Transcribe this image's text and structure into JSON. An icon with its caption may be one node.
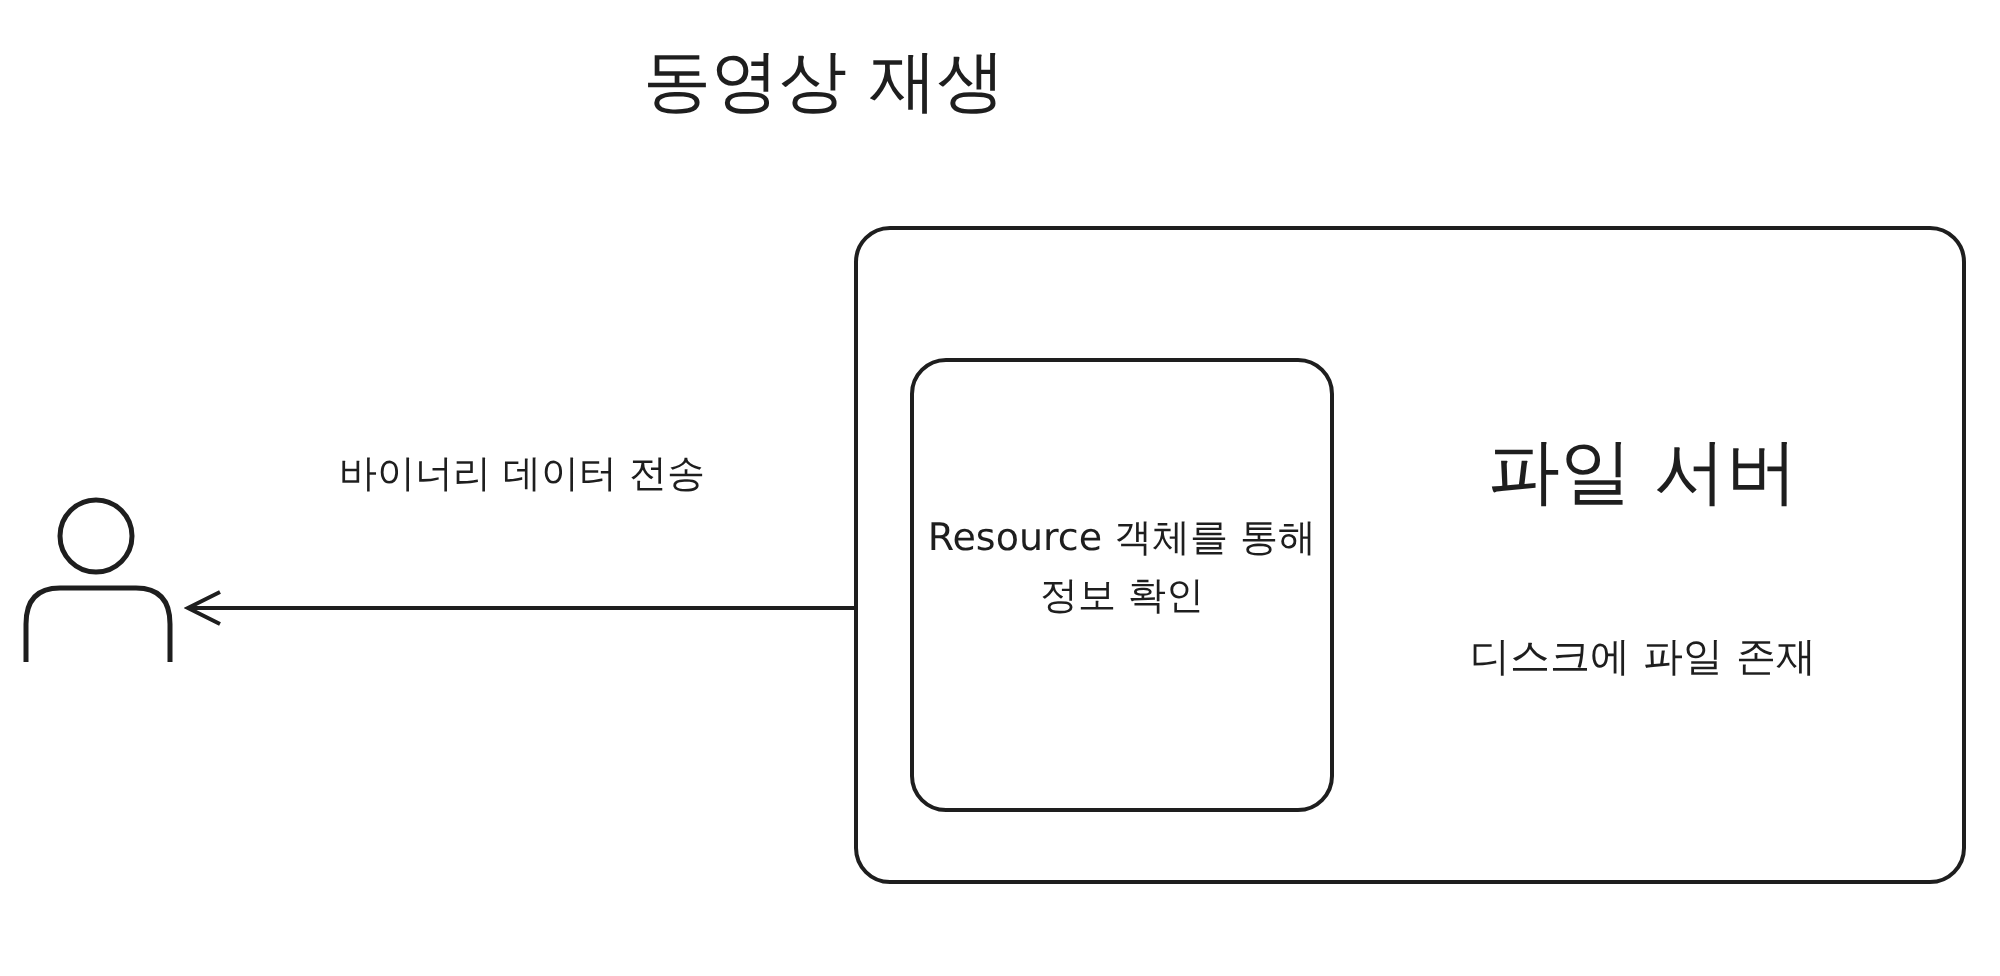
{
  "diagram": {
    "title": "동영상 재생",
    "nodes": [
      {
        "text": [],
        "shape": "person"
      },
      {
        "text": [
          "파일 서버",
          "디스크에 파일 존재"
        ]
      },
      {
        "text": [
          "Resource 객체를 통해 정보 확인"
        ],
        "in": 1
      }
    ],
    "edges": [
      {
        "from": 1,
        "to": 0,
        "arrow": "to",
        "label": "바이너리 데이터 전송"
      }
    ]
  }
}
